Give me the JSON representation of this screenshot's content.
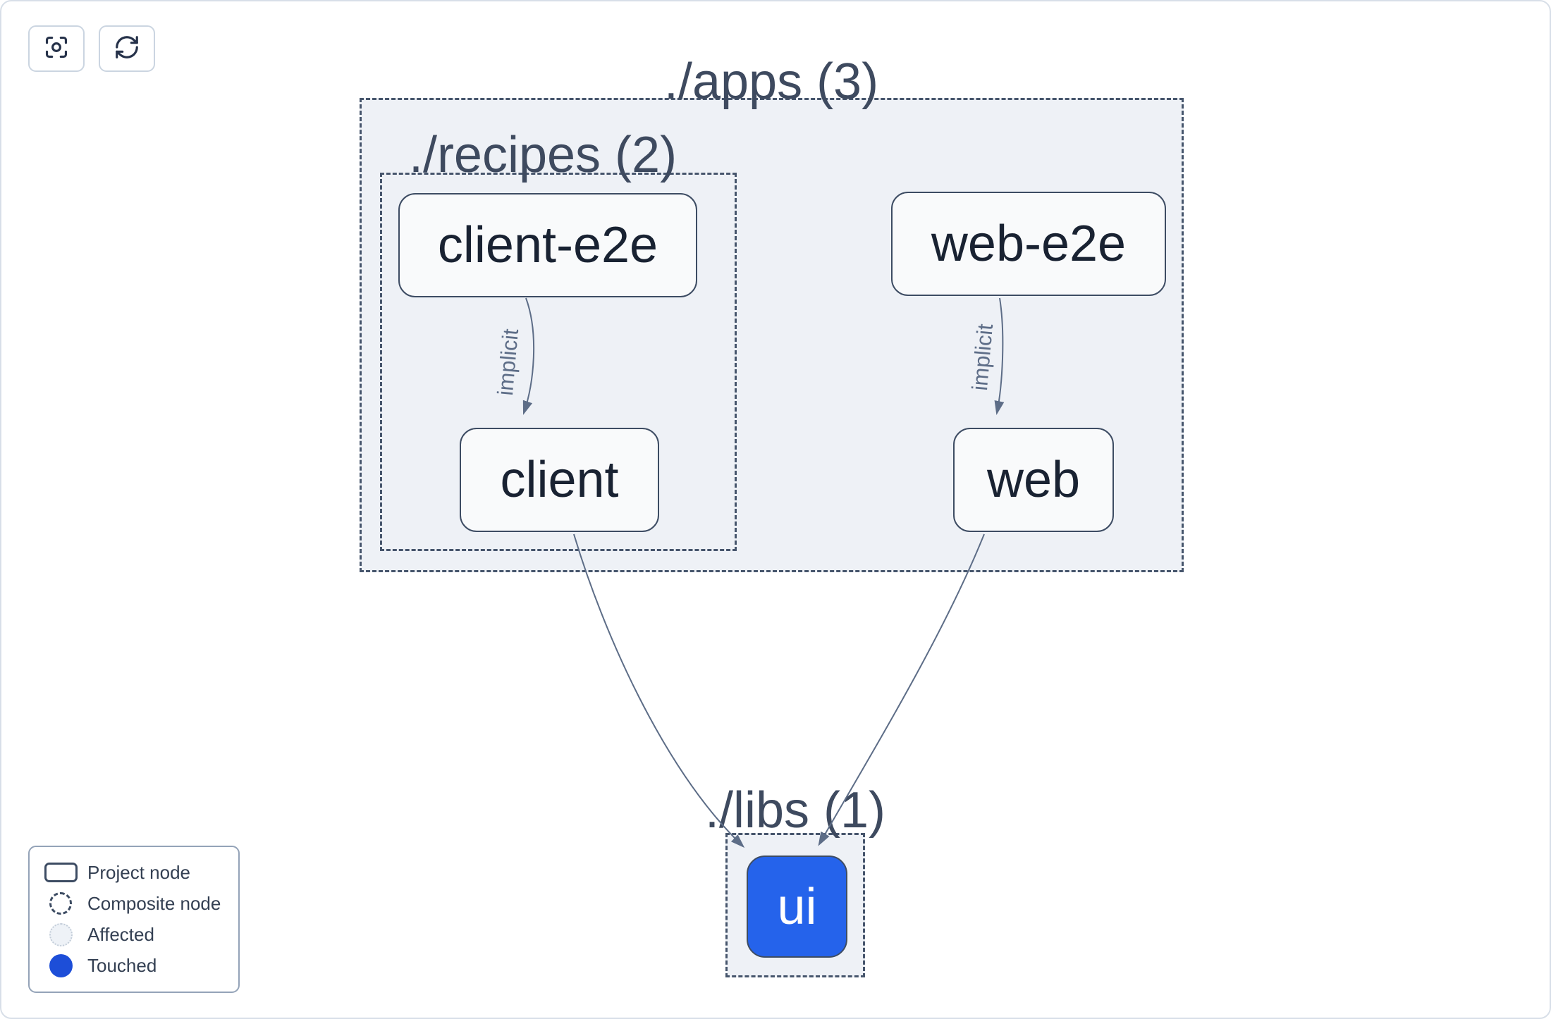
{
  "toolbar": {
    "focus_button": {
      "icon": "focus-icon"
    },
    "refresh_button": {
      "icon": "refresh-icon"
    }
  },
  "graph": {
    "groups": [
      {
        "id": "apps",
        "label": "./apps (3)",
        "count": 3
      },
      {
        "id": "recipes",
        "label": "./recipes (2)",
        "count": 2
      },
      {
        "id": "libs",
        "label": "./libs (1)",
        "count": 1
      }
    ],
    "nodes": [
      {
        "id": "client-e2e",
        "label": "client-e2e",
        "state": "normal",
        "group": "recipes"
      },
      {
        "id": "web-e2e",
        "label": "web-e2e",
        "state": "normal",
        "group": "apps"
      },
      {
        "id": "client",
        "label": "client",
        "state": "normal",
        "group": "recipes"
      },
      {
        "id": "web",
        "label": "web",
        "state": "normal",
        "group": "apps"
      },
      {
        "id": "ui",
        "label": "ui",
        "state": "touched",
        "group": "libs"
      }
    ],
    "edges": [
      {
        "from": "client-e2e",
        "to": "client",
        "label": "implicit"
      },
      {
        "from": "web-e2e",
        "to": "web",
        "label": "implicit"
      },
      {
        "from": "client",
        "to": "ui",
        "label": ""
      },
      {
        "from": "web",
        "to": "ui",
        "label": ""
      }
    ]
  },
  "legend": {
    "items": [
      {
        "icon": "project-node-icon",
        "label": "Project node"
      },
      {
        "icon": "composite-node-icon",
        "label": "Composite node"
      },
      {
        "icon": "affected-icon",
        "label": "Affected"
      },
      {
        "icon": "touched-icon",
        "label": "Touched"
      }
    ]
  },
  "colors": {
    "container_fill": "#eef1f6",
    "dash_color": "#46556c",
    "node_border": "#3d4c63",
    "node_fill": "#f9fafb",
    "node_text": "#192232",
    "group_label": "#3e4a5f",
    "edge_color": "#5d6d87",
    "ui_blue": "#2563eb",
    "touched_blue": "#1d4ed8"
  }
}
